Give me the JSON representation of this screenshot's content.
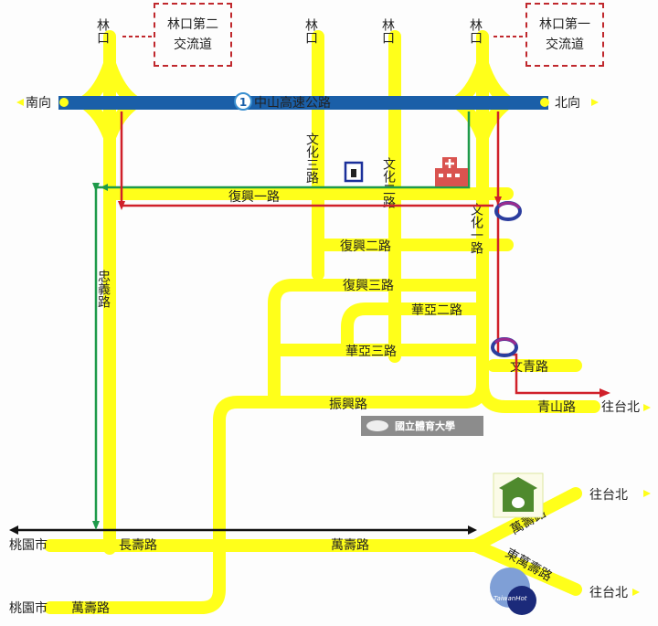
{
  "top_labels": {
    "linkou": "林口"
  },
  "interchanges": {
    "second": "林口第二\n交流道",
    "first": "林口第一\n交流道"
  },
  "highway": {
    "name": "中山高速公路",
    "shield": "1",
    "south": "南向",
    "north": "北向"
  },
  "roads": {
    "wenhua3": "文化三路",
    "wenhua2": "文化二路",
    "wenhua1": "文化一路",
    "zhongyi": "忠義路",
    "fuxing1": "復興一路",
    "fuxing2": "復興二路",
    "fuxing3": "復興三路",
    "huaya2": "華亞二路",
    "huaya3": "華亞三路",
    "wenqing": "文青路",
    "qingshan": "青山路",
    "zhenxing": "振興路",
    "changshou": "長壽路",
    "wanshou": "萬壽路",
    "east_wanshou": "東萬壽路"
  },
  "destinations": {
    "taipei": "往台北",
    "taoyuan": "桃園市"
  },
  "landmarks": {
    "university": "國立體育大學",
    "watermark": "TaiwanHot"
  },
  "colors": {
    "road": "#ffff1a",
    "highway": "#1a5fa8",
    "green_route": "#1e9a4a",
    "red_route": "#d0202a",
    "span": "#111111"
  }
}
